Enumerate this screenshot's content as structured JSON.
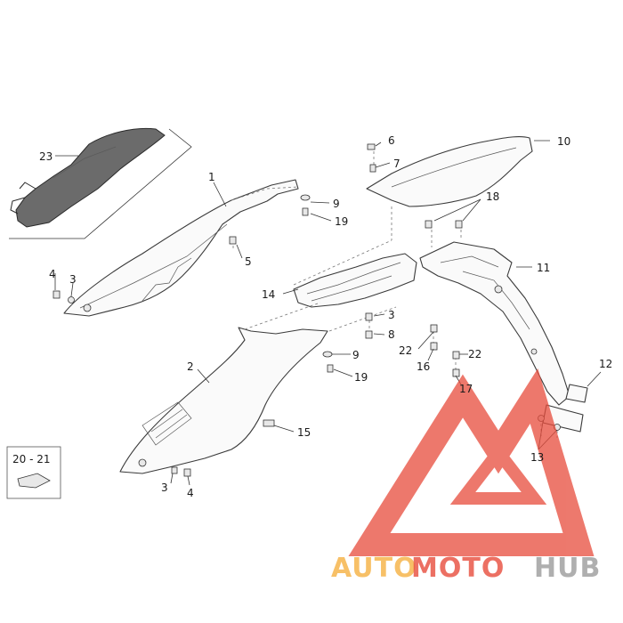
{
  "parts": [
    {
      "id": "p1",
      "label": "1"
    },
    {
      "id": "p2",
      "label": "2"
    },
    {
      "id": "p3a",
      "label": "3"
    },
    {
      "id": "p3b",
      "label": "3"
    },
    {
      "id": "p3c",
      "label": "3"
    },
    {
      "id": "p4a",
      "label": "4"
    },
    {
      "id": "p4b",
      "label": "4"
    },
    {
      "id": "p5",
      "label": "5"
    },
    {
      "id": "p6",
      "label": "6"
    },
    {
      "id": "p7",
      "label": "7"
    },
    {
      "id": "p8",
      "label": "8"
    },
    {
      "id": "p9a",
      "label": "9"
    },
    {
      "id": "p9b",
      "label": "9"
    },
    {
      "id": "p10",
      "label": "10"
    },
    {
      "id": "p11",
      "label": "11"
    },
    {
      "id": "p12",
      "label": "12"
    },
    {
      "id": "p13",
      "label": "13"
    },
    {
      "id": "p14",
      "label": "14"
    },
    {
      "id": "p15",
      "label": "15"
    },
    {
      "id": "p16",
      "label": "16"
    },
    {
      "id": "p17",
      "label": "17"
    },
    {
      "id": "p18",
      "label": "18"
    },
    {
      "id": "p19a",
      "label": "19"
    },
    {
      "id": "p19b",
      "label": "19"
    },
    {
      "id": "p20_21",
      "label": "20 - 21"
    },
    {
      "id": "p22a",
      "label": "22"
    },
    {
      "id": "p22b",
      "label": "22"
    },
    {
      "id": "p23",
      "label": "23"
    }
  ],
  "watermark": {
    "text_part1": "AUTO",
    "text_part2": "MOTO",
    "text_part3": "HUB",
    "color_orange": "#f5b041",
    "color_red": "#e74c3c",
    "color_gray": "#a6a6a6"
  }
}
